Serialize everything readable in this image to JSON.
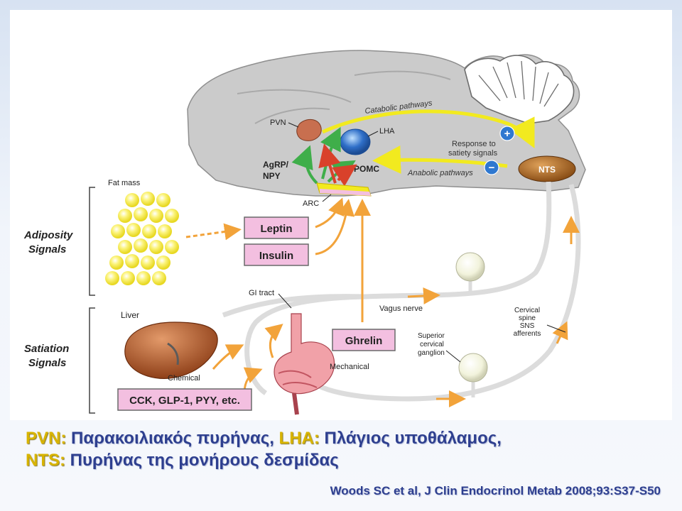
{
  "diagram": {
    "labels": {
      "catabolic": "Catabolic pathways",
      "anabolic": "Anabolic pathways",
      "response_1": "Response to",
      "response_2": "satiety signals",
      "pvn": "PVN",
      "lha": "LHA",
      "agrp_1": "AgRP/",
      "agrp_2": "NPY",
      "pomc": "POMC",
      "arc": "ARC",
      "nts": "NTS",
      "plus": "+",
      "minus": "−",
      "fat_mass": "Fat mass",
      "adiposity_1": "Adiposity",
      "adiposity_2": "Signals",
      "leptin": "Leptin",
      "insulin": "Insulin",
      "gi_tract": "GI tract",
      "vagus": "Vagus nerve",
      "cervical_1": "Cervical",
      "cervical_2": "spine",
      "cervical_3": "SNS",
      "cervical_4": "afferents",
      "liver": "Liver",
      "satiation_1": "Satiation",
      "satiation_2": "Signals",
      "ghrelin": "Ghrelin",
      "superior_1": "Superior",
      "superior_2": "cervical",
      "superior_3": "ganglion",
      "mechanical": "Mechanical",
      "chemical": "Chemical",
      "cck": "CCK, GLP-1, PYY, etc."
    },
    "colors": {
      "brain": "#c9c9c9",
      "pathway": "#f2ea1f",
      "hormone_box": "#f3bfe0",
      "fat": "#f7ef58",
      "arrow": "#f2a33a",
      "nerve": "#dcdcdc",
      "pvn": "#c86f4f",
      "lha": "#2f6fc8",
      "nts": "#9a5a1f",
      "liver": "#b35e2a"
    }
  },
  "caption": {
    "line1_abbr1": "PVN:",
    "line1_text1": " Παρακοιλιακός πυρήνας, ",
    "line1_abbr2": "LHA:",
    "line1_text2": " Πλάγιος υποθάλαμος,",
    "line2_abbr": "NTS:",
    "line2_text": " Πυρήνας της μονήρους δεσμίδας"
  },
  "citation": "Woods SC et al, J Clin Endocrinol Metab 2008;93:S37-S50"
}
